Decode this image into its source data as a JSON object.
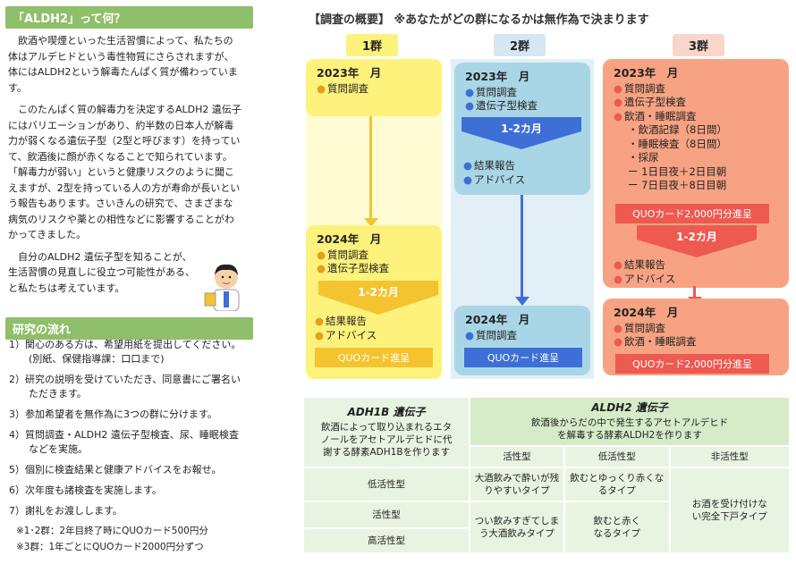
{
  "left": {
    "section1_title": "「ALDH2」って何？",
    "para1": "飲酒や喫煙といった生活習慣によって、私たちの体はアルデヒドという毒性物質にさらされますが、体にはALDH2という解毒たんぱく質が備わっています。",
    "para2": "このたんぱく質の解毒力を決定するALDH2 遺伝子にはバリエーションがあり、約半数の日本人が解毒力が弱くなる遺伝子型（2型と呼びます）を持っていて、飲酒後に顔が赤くなることで知られています。「解毒力が弱い」というと健康リスクのように聞こえますが、2型を持っている人の方が寿命が長いという報告もあります。さいきんの研究で、さまざまな病気のリスクや薬との相性などに影響することがわかってきました。",
    "para3": "自分のALDH2 遺伝子型を知ることが、生活習慣の見直しに役立つ可能性がある、と私たちは考えています。",
    "section2_title": "研究の流れ",
    "steps": [
      "1）関心のある方は、希望用紙を提出してください。(別紙、保健指導課：口口まで)",
      "2）研究の説明を受けていただき、同意書にご署名いただきます。",
      "3）参加希望者を無作為に3つの群に分けます。",
      "4）質問調査・ALDH2 遺伝子型検査、尿、睡眠検査などを実施。",
      "5）個別に検査結果と健康アドバイスをお報せ。",
      "6）次年度も諸検査を実施します。",
      "7）謝礼をお渡しします。"
    ],
    "notes": [
      "※1･2群：2年目終了時にQUOカード500円分",
      "※3群：1年ごとにQUOカード2000円分ずつ"
    ]
  },
  "overview": {
    "title": "【調査の概要】 ※あなたがどの群になるかは無作為で決まります",
    "g1": {
      "label": "1群",
      "y1": "2023年　月",
      "items1": [
        "質問調査"
      ],
      "y2": "2024年　月",
      "items2": [
        "質問調査",
        "遺伝子型検査"
      ],
      "interval": "1-2カ月",
      "items3": [
        "結果報告",
        "アドバイス"
      ],
      "quo": "QUOカード進呈"
    },
    "g2": {
      "label": "2群",
      "y1": "2023年　月",
      "items1": [
        "質問調査",
        "遺伝子型検査"
      ],
      "interval": "1-2カ月",
      "items2": [
        "結果報告",
        "アドバイス"
      ],
      "y2": "2024年　月",
      "items3": [
        "質問調査"
      ],
      "quo": "QUOカード進呈"
    },
    "g3": {
      "label": "3群",
      "y1": "2023年　月",
      "items1": [
        "質問調査",
        "遺伝子型検査",
        "飲酒・睡眠調査"
      ],
      "subs": [
        "・飲酒記録（8日間）",
        "・睡眠検査（8日間）",
        "・採尿",
        "ー 1日目夜＋2日目朝",
        "ー 7日目夜＋8日目朝"
      ],
      "quo1": "QUOカード2,000円分進呈",
      "interval": "1-2カ月",
      "items2": [
        "結果報告",
        "アドバイス"
      ],
      "y2": "2024年　月",
      "items3": [
        "質問調査",
        "飲酒・睡眠調査"
      ],
      "quo2": "QUOカード2,000円分進呈"
    }
  },
  "table": {
    "adh_title": "ADH1B 遺伝子",
    "adh_desc": "飲酒によって取り込まれるエタノールをアセトアルデヒドに代謝する酵素ADH1Bを作ります",
    "aldh_title": "ALDH2 遺伝子",
    "aldh_desc": "飲酒後からだの中で発生するアセトアルデヒドを解毒する酵素ALDH2を作ります",
    "cols": [
      "活性型",
      "低活性型",
      "非活性型"
    ],
    "rows": [
      "低活性型",
      "活性型",
      "高活性型"
    ],
    "c11": "大酒飲みで酔いが残りやすいタイプ",
    "c12": "飲むとゆっくり赤くなるタイプ",
    "c13": "お酒を受け付けない完全下戸タイプ",
    "c21": "つい飲みすぎてしまう大酒飲みタイプ",
    "c22": "飲むと赤くなるタイプ"
  },
  "colors": {
    "yellow": "#fdf27b",
    "blue": "#a9d6e6",
    "red": "#f7a383",
    "green": "#8fbf6a"
  }
}
